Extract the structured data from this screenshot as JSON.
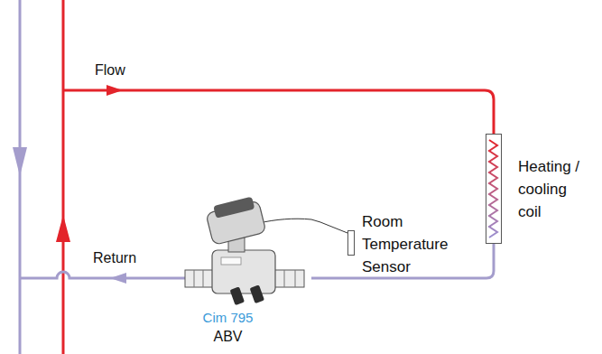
{
  "diagram": {
    "nodes": [
      {
        "text": [
          "Heating / cooling coil"
        ]
      },
      {
        "text": [
          "Room Temperature Sensor"
        ]
      },
      {
        "text": [
          "Cim 795",
          "ABV"
        ]
      }
    ],
    "edges": [
      {
        "from": 0,
        "to": 2,
        "arrow": "none"
      },
      {
        "from": 1,
        "to": 2,
        "arrow": "none"
      }
    ],
    "labels": [
      "Flow",
      "Return"
    ]
  }
}
